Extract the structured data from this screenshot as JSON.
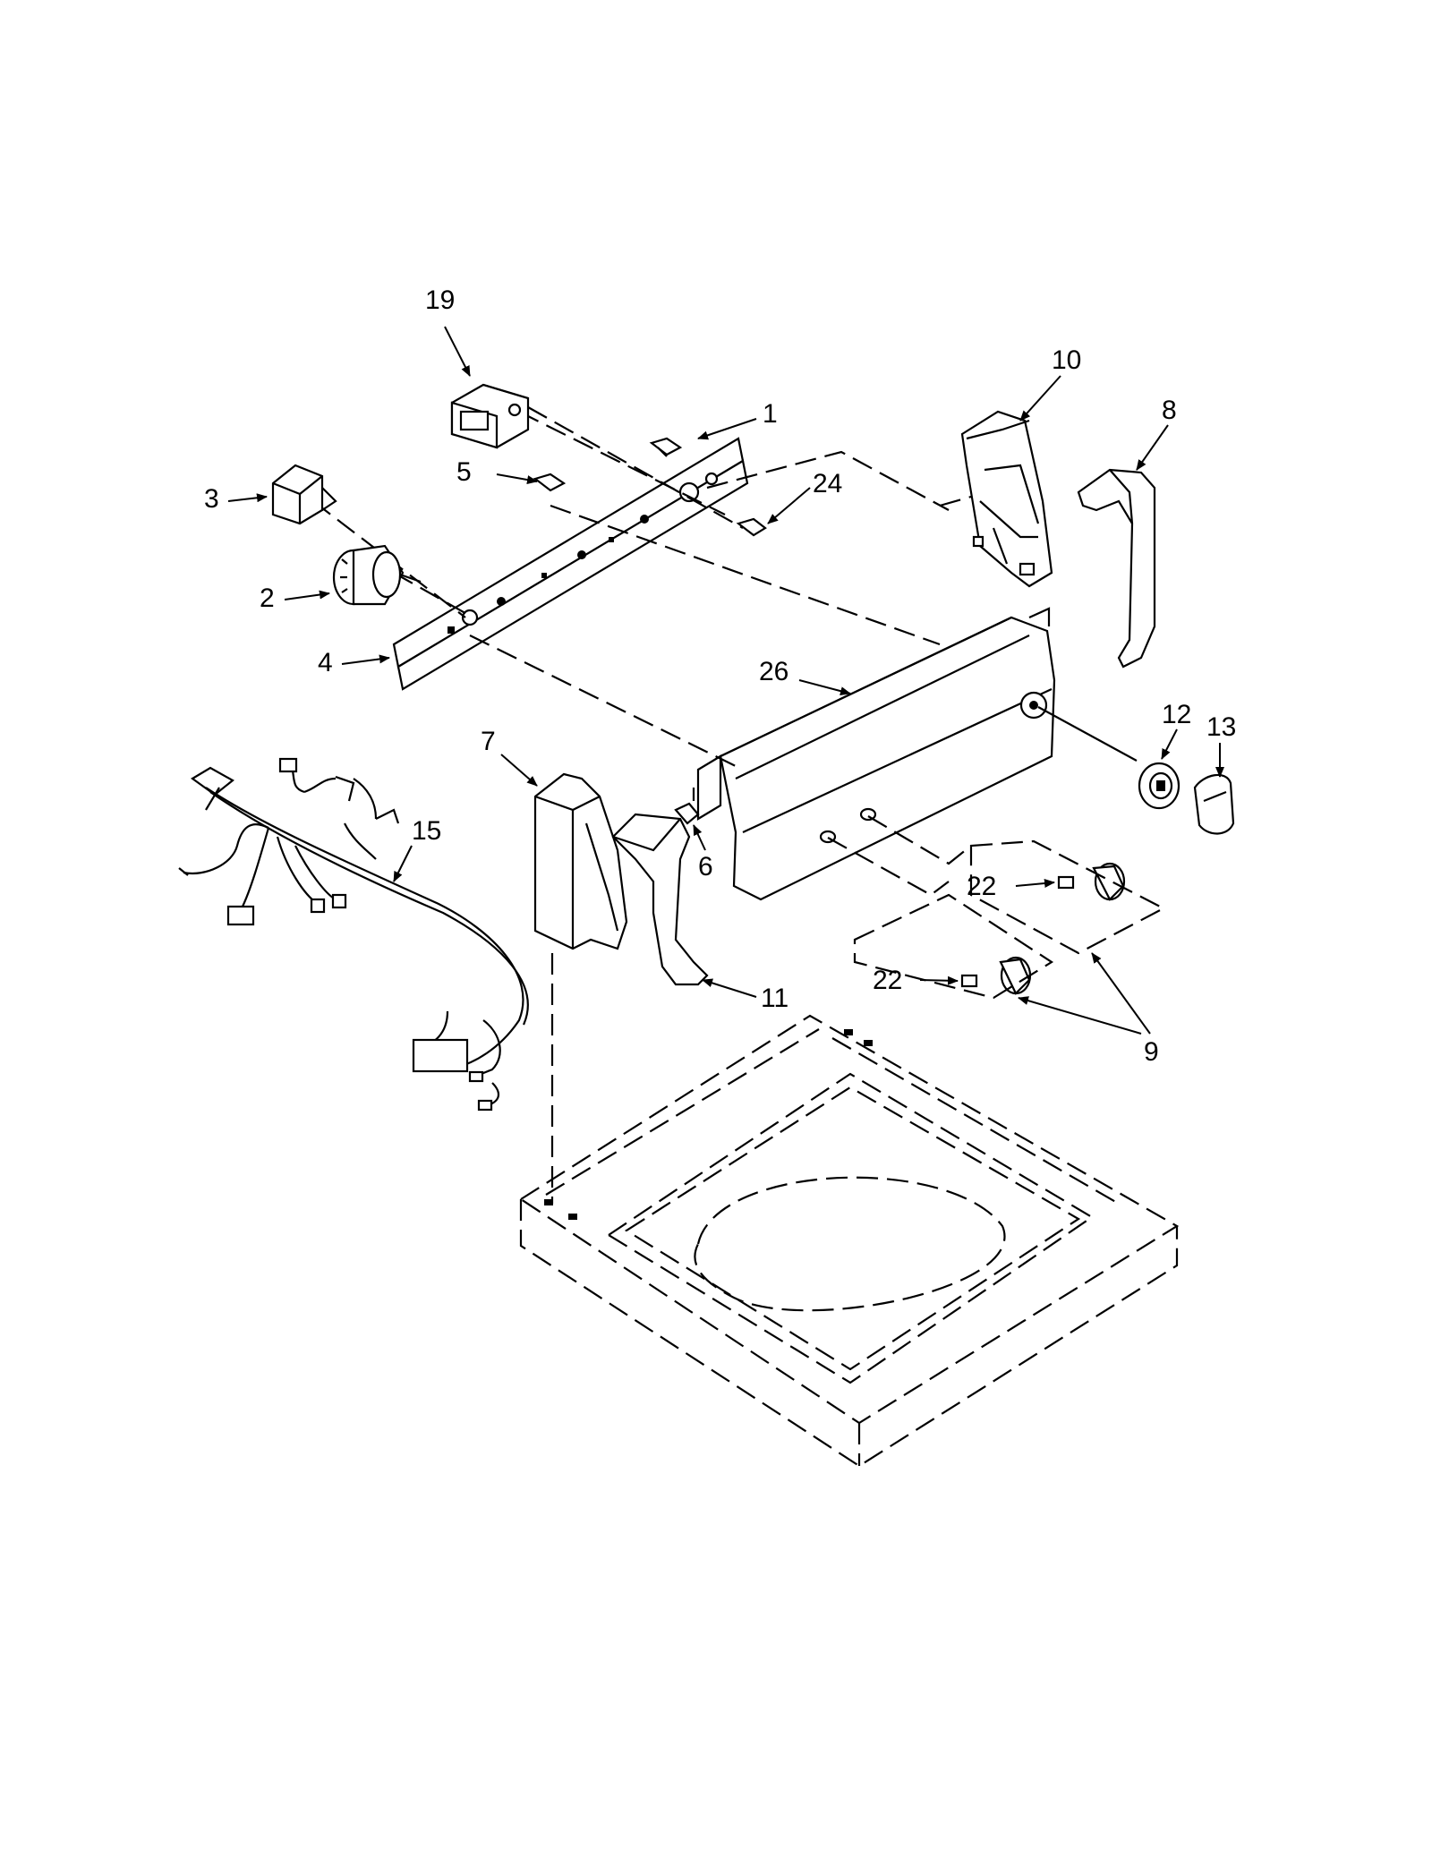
{
  "diagram": {
    "callouts": {
      "c19": "19",
      "c1": "1",
      "c10": "10",
      "c8": "8",
      "c3": "3",
      "c5": "5",
      "c24": "24",
      "c2": "2",
      "c4": "4",
      "c26": "26",
      "c12": "12",
      "c13": "13",
      "c7": "7",
      "c15": "15",
      "c6": "6",
      "c22a": "22",
      "c22b": "22",
      "c11": "11",
      "c9": "9"
    }
  }
}
